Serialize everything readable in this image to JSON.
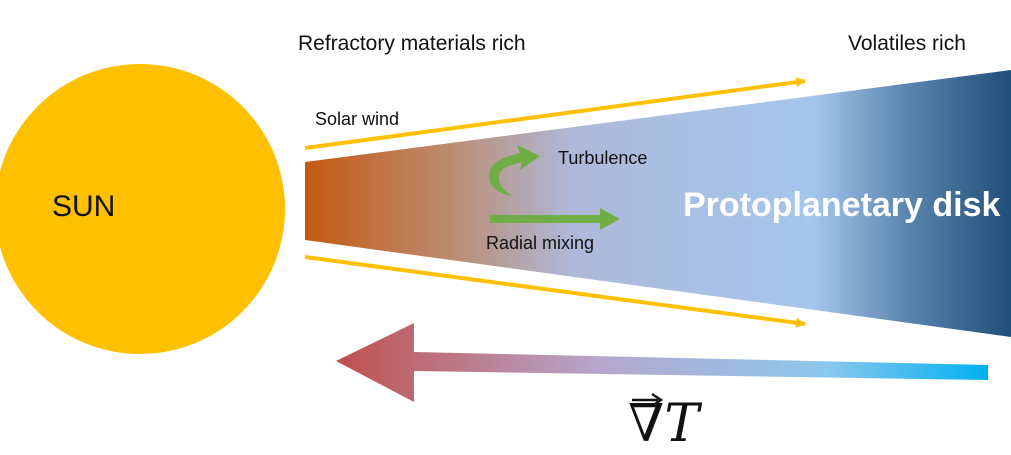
{
  "labels": {
    "sun": "SUN",
    "refractory": "Refractory materials rich",
    "volatiles": "Volatiles rich",
    "solar_wind": "Solar wind",
    "turbulence": "Turbulence",
    "radial_mixing": "Radial mixing",
    "disk": "Protoplanetary disk",
    "gradient_symbol": "∇",
    "gradient_var": "T"
  },
  "colors": {
    "sun": "#FFC000",
    "disk_inner": "#C55A11",
    "disk_mid": "#A9C4E8",
    "disk_outer": "#1F4E79",
    "arrows": "#FFC000",
    "mixing_arrows": "#70AD47",
    "gradient_arrow_left": "#C0504D",
    "gradient_arrow_right": "#00B0F0"
  }
}
